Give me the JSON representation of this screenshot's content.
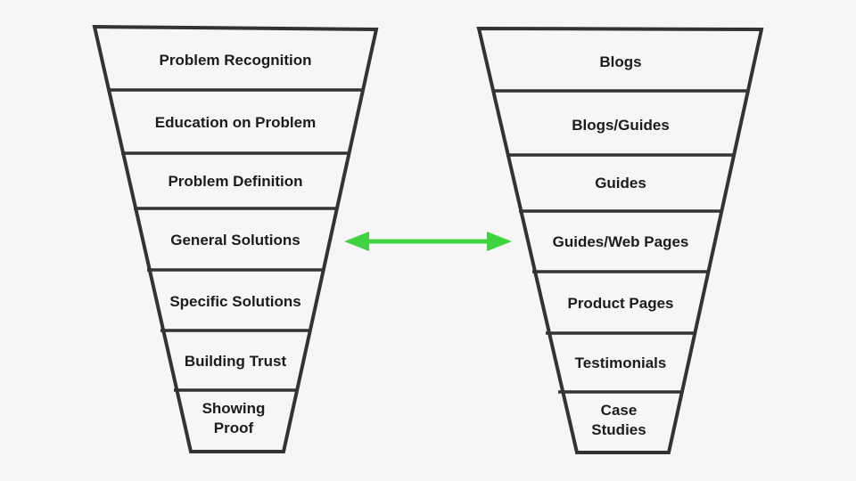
{
  "colors": {
    "stroke": "#333333",
    "arrow": "#3fd33f",
    "background": "#f6f6f8"
  },
  "left_funnel": {
    "stages": [
      "Problem Recognition",
      "Education on Problem",
      "Problem Definition",
      "General Solutions",
      "Specific Solutions",
      "Building Trust",
      "Showing Proof"
    ]
  },
  "right_funnel": {
    "stages": [
      "Blogs",
      "Blogs/Guides",
      "Guides",
      "Guides/Web Pages",
      "Product Pages",
      "Testimonials",
      "Case Studies"
    ]
  },
  "connector": {
    "type": "double-arrow"
  }
}
